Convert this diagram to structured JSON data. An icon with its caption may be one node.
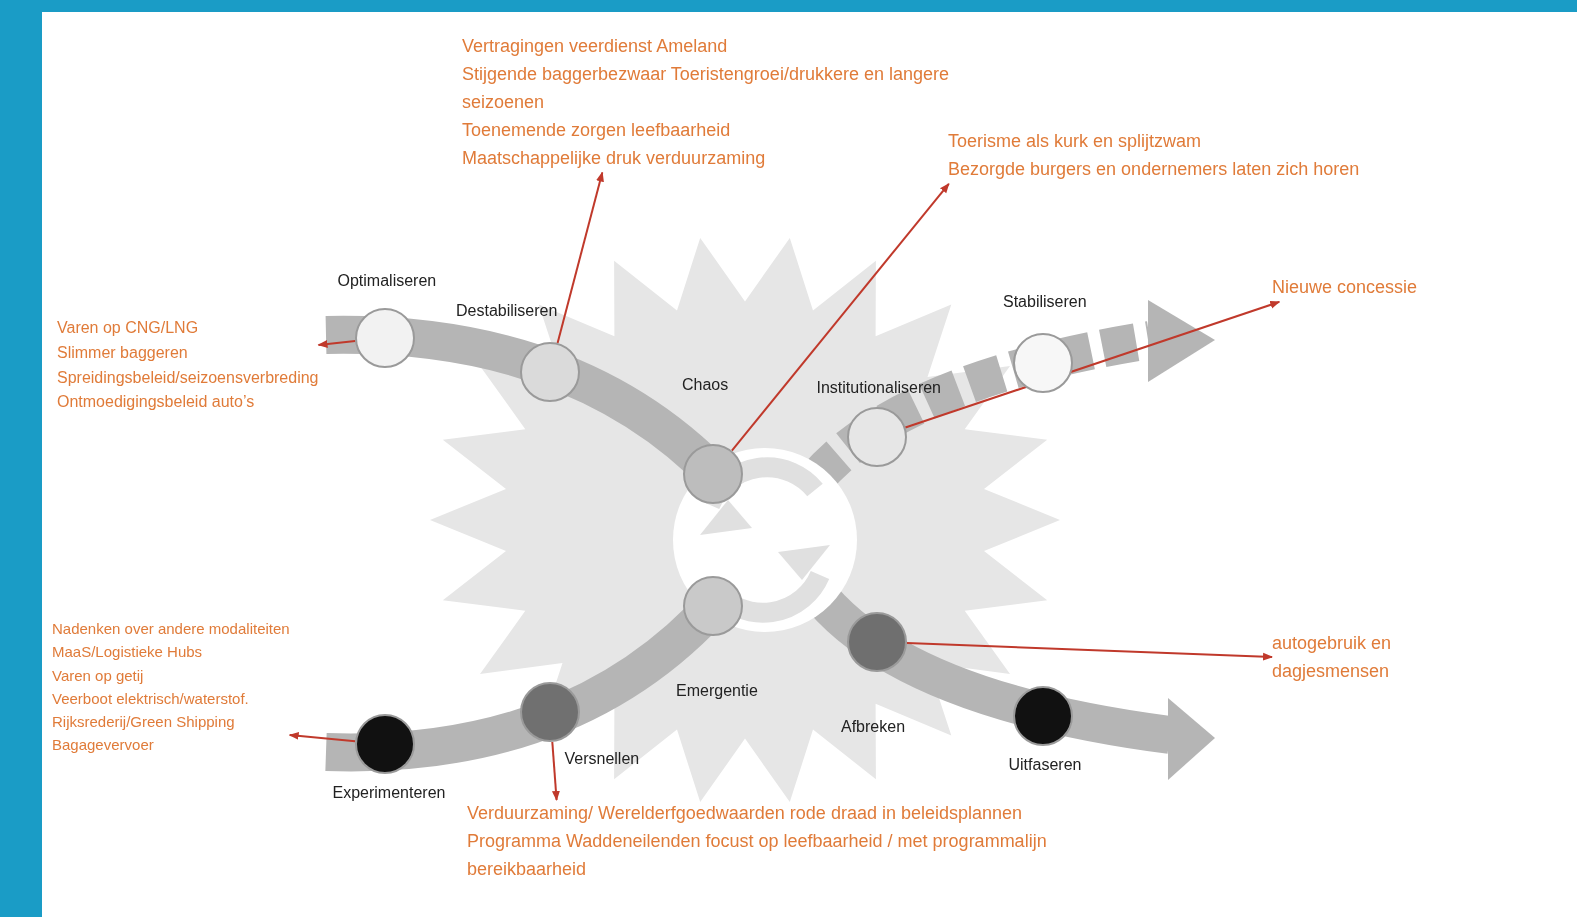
{
  "diagram": {
    "nodes": [
      {
        "text": [
          "Vertragingen veerdienst Ameland",
          "Stijgende baggerbezwaar Toeristengroei/drukkere en langere seizoenen",
          "Toenemende zorgen leefbaarheid",
          "Maatschappelijke druk verduurzaming"
        ]
      },
      {
        "text": [
          "Toerisme als kurk en splijtzwam",
          "Bezorgde burgers en ondernemers laten zich horen"
        ]
      },
      {
        "text": [],
        "shape": "circle",
        "beside": [
          "Optimaliseren"
        ]
      },
      {
        "text": [
          "Nieuwe concessie"
        ]
      },
      {
        "text": [
          "Varen op CNG/LNG",
          "Slimmer baggeren",
          "Spreidingsbeleid/seizoensverbreding",
          "Ontmoedigingsbeleid auto’s"
        ]
      },
      {
        "text": [],
        "shape": "circle",
        "beside": [
          "Destabiliseren"
        ]
      },
      {
        "text": [],
        "shape": "circle",
        "beside": [
          "Stabiliseren"
        ]
      },
      {
        "text": [],
        "shape": "circle",
        "beside": [
          "Institutionaliseren"
        ]
      },
      {
        "text": [],
        "shape": "circle",
        "beside": [
          "Chaos"
        ]
      },
      {
        "text": [],
        "shape": "circle",
        "beside": [
          "Emergentie"
        ]
      },
      {
        "text": [
          "Nadenken over andere modaliteiten",
          "MaaS/Logistieke Hubs",
          "Varen op getij",
          "Veerboot elektrisch/waterstof.",
          "Rijksrederij/Green Shipping",
          "Bagagevervoer"
        ]
      },
      {
        "text": [],
        "shape": "circle",
        "beside": [
          "Afbreken"
        ]
      },
      {
        "text": [
          "autogebruik en dagjesmensen"
        ]
      },
      {
        "text": [],
        "shape": "circle",
        "beside": [
          "Versnellen"
        ]
      },
      {
        "text": [],
        "shape": "circle",
        "beside": [
          "Experimenteren"
        ]
      },
      {
        "text": [],
        "shape": "circle",
        "beside": [
          "Uitfaseren"
        ]
      },
      {
        "text": [
          "Verduurzaming/ Werelderfgoedwaarden rode draad in beleidsplannen",
          "Programma Waddeneilenden focust op leefbaarheid / met programmalijn bereikbaarheid"
        ]
      }
    ],
    "edges": [
      {
        "from": 2,
        "to": 4,
        "arrow": "to"
      },
      {
        "from": 5,
        "to": 0,
        "arrow": "to"
      },
      {
        "from": 8,
        "to": 1,
        "arrow": "to"
      },
      {
        "from": 7,
        "to": 3,
        "arrow": "to"
      },
      {
        "from": 11,
        "to": 12,
        "arrow": "to"
      },
      {
        "from": 14,
        "to": 10,
        "arrow": "to"
      },
      {
        "from": 13,
        "to": 16,
        "arrow": "to"
      }
    ]
  }
}
